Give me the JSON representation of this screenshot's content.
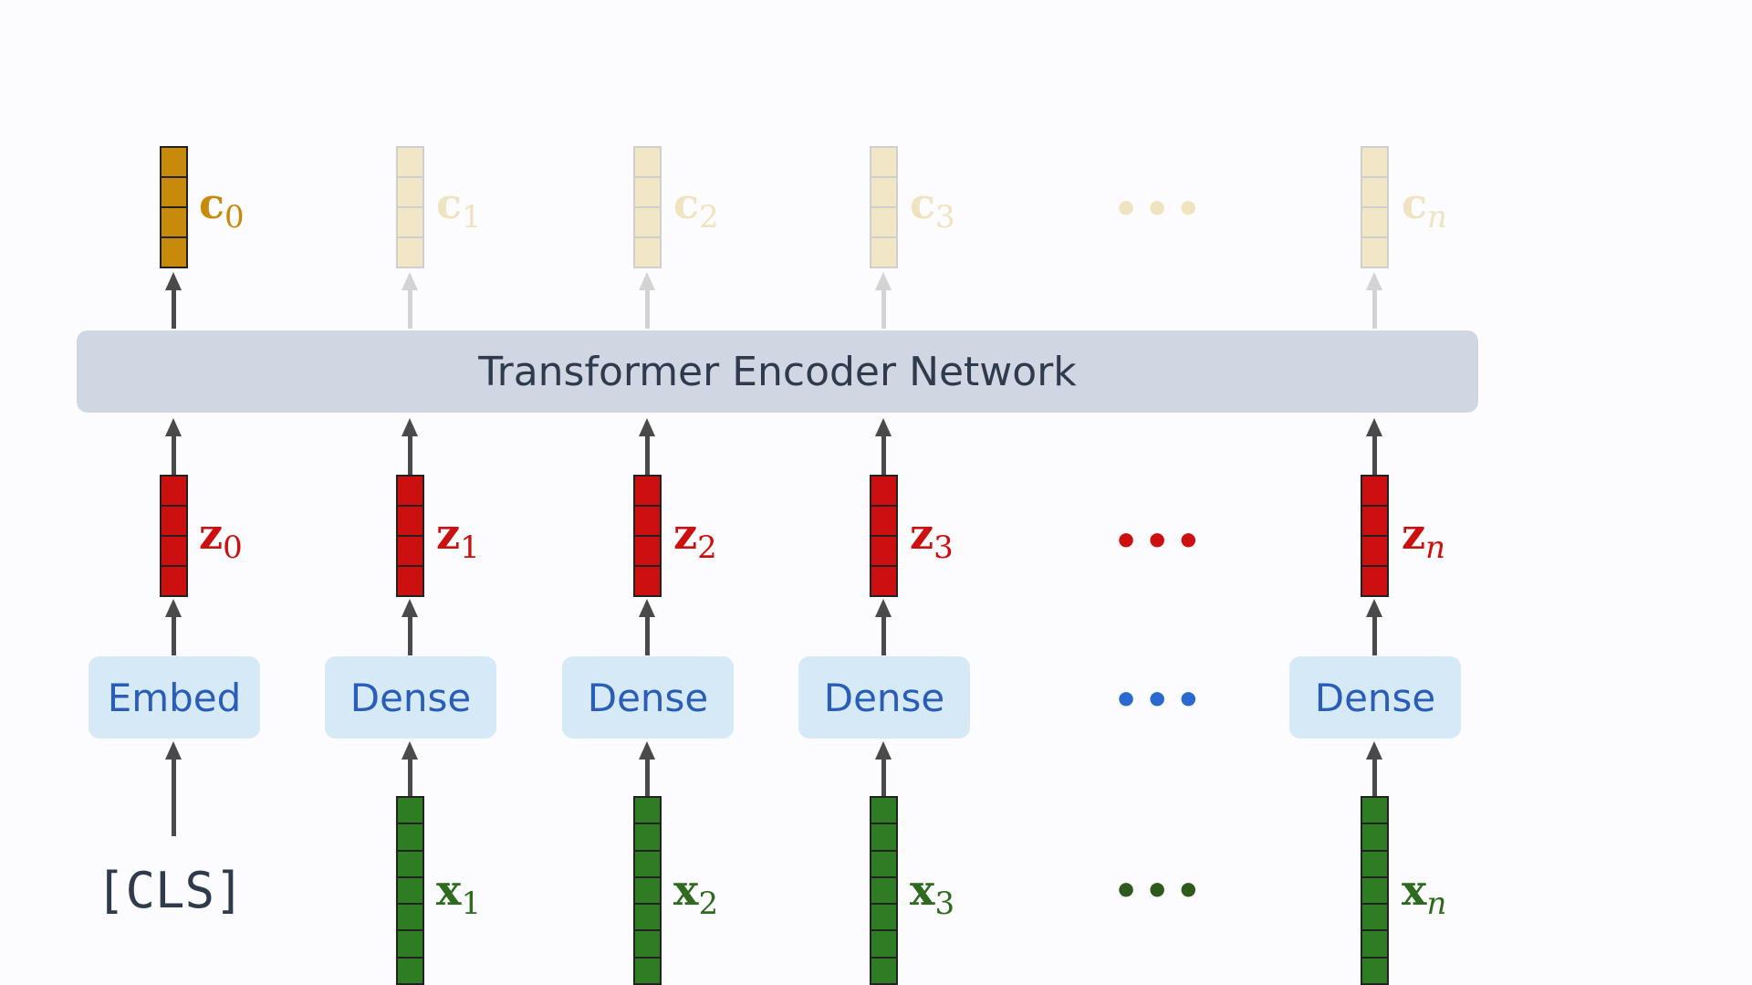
{
  "encoder": {
    "label": "Transformer Encoder Network"
  },
  "outputs": [
    {
      "symbol": "c",
      "subscript": "0"
    },
    {
      "symbol": "c",
      "subscript": "1"
    },
    {
      "symbol": "c",
      "subscript": "2"
    },
    {
      "symbol": "c",
      "subscript": "3"
    },
    {
      "symbol": "c",
      "subscript": "n"
    }
  ],
  "embeddings": [
    {
      "symbol": "z",
      "subscript": "0"
    },
    {
      "symbol": "z",
      "subscript": "1"
    },
    {
      "symbol": "z",
      "subscript": "2"
    },
    {
      "symbol": "z",
      "subscript": "3"
    },
    {
      "symbol": "z",
      "subscript": "n"
    }
  ],
  "layers": [
    "Embed",
    "Dense",
    "Dense",
    "Dense",
    "Dense"
  ],
  "inputs": [
    {
      "symbol": "x",
      "subscript": "1"
    },
    {
      "symbol": "x",
      "subscript": "2"
    },
    {
      "symbol": "x",
      "subscript": "3"
    },
    {
      "symbol": "x",
      "subscript": "n"
    }
  ],
  "cls_token": "[CLS]",
  "ellipsis": "•••",
  "colors": {
    "output_active": "#c88a0a",
    "output_faded": "#f1e6c6",
    "embedding": "#cc1010",
    "input": "#2e7d22",
    "layer_text": "#2a5db8",
    "layer_bg": "#d6e9f6",
    "encoder_bg": "#d0d7e2"
  }
}
